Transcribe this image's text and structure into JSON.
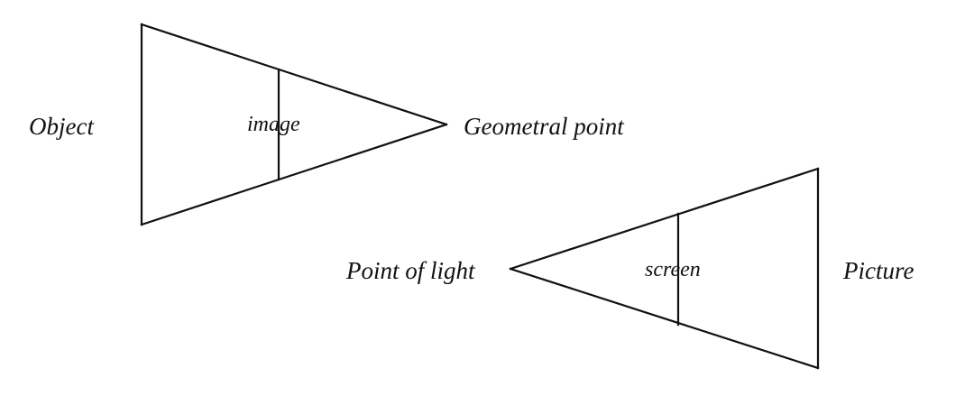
{
  "diagram": {
    "top_triangle": {
      "left_label": "Object",
      "inner_label": "image",
      "apex_label": "Geometral point"
    },
    "bottom_triangle": {
      "apex_label": "Point of light",
      "inner_label": "screen",
      "right_label": "Picture"
    },
    "colors": {
      "line": "#111111",
      "background": "#ffffff"
    }
  }
}
